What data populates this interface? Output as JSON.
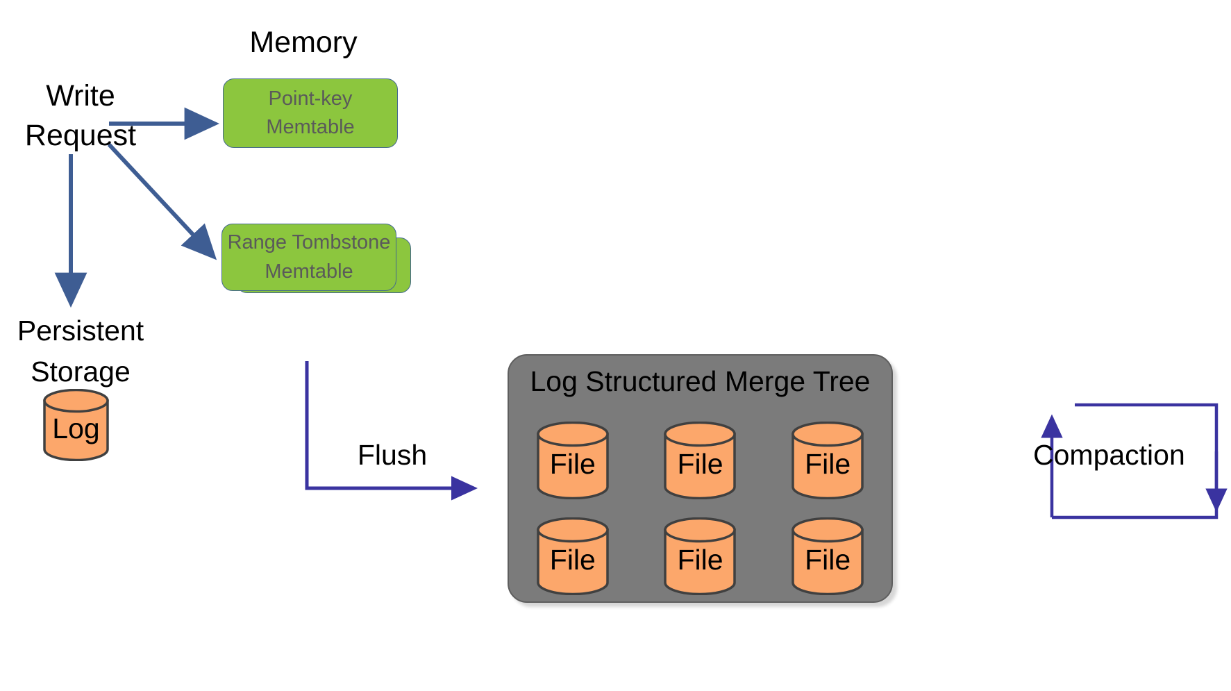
{
  "diagram": {
    "title": "LSM storage engine write path",
    "background": "#ffffff",
    "colors": {
      "memtable_green": "#8CC63E",
      "memtable_border": "#44688f",
      "memtable_text": "#5a5a5a",
      "cylinder_orange": "#FCA76B",
      "cylinder_border": "#404040",
      "lsm_gray": "#7B7B7B",
      "arrow_blue": "#3E5D93",
      "loop_blue": "#3A33A0",
      "label_black": "#000000"
    }
  },
  "labels": {
    "memory": "Memory",
    "write_request": "Write\nRequest",
    "persistent_storage": "Persistent\nStorage",
    "flush": "Flush",
    "compaction": "Compaction",
    "lsm_title": "Log Structured Merge Tree"
  },
  "memtables": [
    {
      "id": "point-key",
      "label": "Point-key\nMemtable"
    },
    {
      "id": "range-tombstone",
      "label": "Range Tombstone\nMemtable"
    }
  ],
  "persistent_storage": {
    "cylinder_label": "Log"
  },
  "lsm_tree": {
    "title": "Log Structured Merge Tree",
    "files": [
      {
        "label": "File"
      },
      {
        "label": "File"
      },
      {
        "label": "File"
      },
      {
        "label": "File"
      },
      {
        "label": "File"
      },
      {
        "label": "File"
      }
    ]
  },
  "arrows": [
    {
      "name": "write-to-point-key-memtable",
      "from": "Write Request",
      "to": "Point-key Memtable",
      "style": "straight"
    },
    {
      "name": "write-to-range-tombstone-memtable",
      "from": "Write Request",
      "to": "Range Tombstone Memtable",
      "style": "diagonal"
    },
    {
      "name": "write-to-log",
      "from": "Write Request",
      "to": "Log",
      "style": "vertical"
    },
    {
      "name": "flush-arrow",
      "from": "Memtables",
      "to": "Log Structured Merge Tree",
      "label": "Flush",
      "style": "elbow"
    },
    {
      "name": "compaction-loop",
      "from": "Log Structured Merge Tree",
      "to": "Log Structured Merge Tree",
      "label": "Compaction",
      "style": "loop"
    }
  ]
}
